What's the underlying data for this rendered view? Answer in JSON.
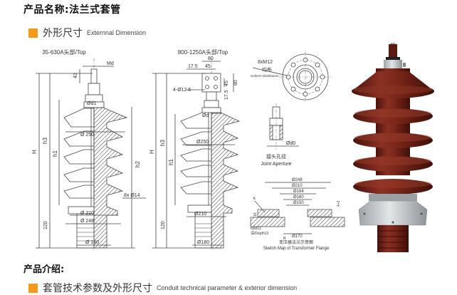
{
  "header": {
    "product_name": "产品名称:法兰式套管"
  },
  "section_exterior": {
    "title_zh": "外形尺寸",
    "title_en": "Externnal Dimension",
    "icon": "orange-square-icon",
    "accent_color": "#f29a1c"
  },
  "drawings": {
    "left": {
      "caption": "35-630A头部/Top",
      "labels": {
        "md": "Md",
        "h43": "43",
        "d1": "Ød1",
        "d250": "Ø 250",
        "h": "H",
        "h3": "h3",
        "h1": "h1",
        "h2": "h2",
        "holes": "8x Ø14",
        "d210": "Ø 210",
        "d248": "Ø 248",
        "h120": "120",
        "d140": "Ø 140"
      }
    },
    "middle": {
      "caption": "800-1250A头部/Top",
      "labels": {
        "w80": "80",
        "w17_5": "17.5",
        "w45": "45",
        "v45": "45",
        "v80": "80",
        "v17_5": "17.5",
        "holes": "4-Ø12.5",
        "d": "Ød",
        "d250": "Ø250",
        "h": "H",
        "h3": "h3",
        "h1": "h1",
        "d210": "Ø210",
        "h120": "120",
        "d180": "Ø180"
      }
    },
    "flange_top": {
      "bolts": "8xM12",
      "bolts_zh": "均布",
      "bolts_en": "Uniform Distribution"
    },
    "joint": {
      "d0": "Ød0",
      "caption_zh": "接头孔径",
      "caption_en": "Joint Aperture"
    },
    "transformer_flange": {
      "d248": "Ø248",
      "d210": "Ø210",
      "d184": "Ø184",
      "d160": "Ø160",
      "d150": "Ø150",
      "d170": "Ø170",
      "v15": "15",
      "v4": "4+2",
      "m12": "8xM12",
      "depth": "深/Depth12",
      "r": "R",
      "k": "k",
      "caption_zh": "变压器法兰示意图",
      "caption_en": "Sketch Map of Transformer Flange"
    }
  },
  "product_photo": {
    "alt": "Flange-type bushing product photo",
    "porcelain_color": "#6e1f14",
    "flange_color": "#c8ccce"
  },
  "intro": {
    "label": "产品介绍:"
  },
  "section_params": {
    "title_zh": "套管技术参数及外形尺寸",
    "title_en": "Conduit technical parameter & exterior dimension",
    "icon": "orange-square-icon"
  }
}
